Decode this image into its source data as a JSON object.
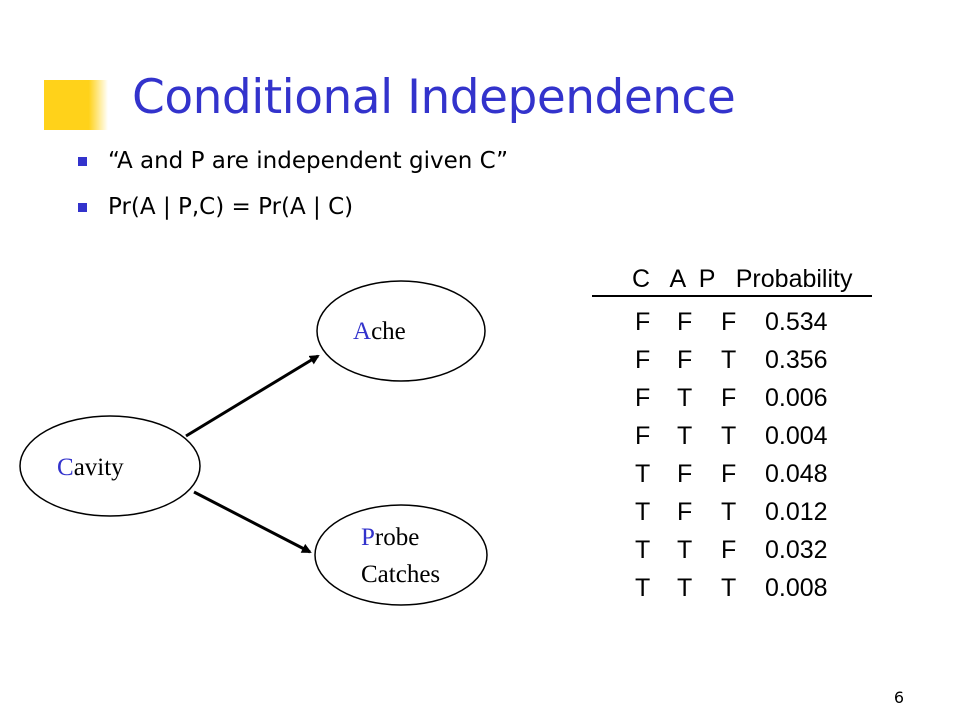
{
  "slide": {
    "title": "Conditional Independence",
    "bullets": [
      "“A and P are independent given C”",
      "Pr(A | P,C) = Pr(A | C)"
    ],
    "page_number": "6",
    "accent_color": "#ffd21a",
    "title_color": "#3333cc"
  },
  "diagram": {
    "nodes": {
      "cavity": {
        "initial": "C",
        "rest": "avity"
      },
      "ache": {
        "initial": "A",
        "rest": "che"
      },
      "probe": {
        "initial": "P",
        "rest": "robe",
        "line2": "Catches"
      }
    },
    "edges": [
      {
        "from": "Cavity",
        "to": "Ache"
      },
      {
        "from": "Cavity",
        "to": "Probe Catches"
      }
    ]
  },
  "table": {
    "header": "C   A  P   Probability",
    "rows": [
      {
        "c": "F",
        "a": "F",
        "p": "F",
        "prob": "0.534"
      },
      {
        "c": "F",
        "a": "F",
        "p": "T",
        "prob": "0.356"
      },
      {
        "c": "F",
        "a": "T",
        "p": "F",
        "prob": "0.006"
      },
      {
        "c": "F",
        "a": "T",
        "p": "T",
        "prob": "0.004"
      },
      {
        "c": "T",
        "a": "F",
        "p": "F",
        "prob": "0.048"
      },
      {
        "c": "T",
        "a": "F",
        "p": "T",
        "prob": "0.012"
      },
      {
        "c": "T",
        "a": "T",
        "p": "F",
        "prob": "0.032"
      },
      {
        "c": "T",
        "a": "T",
        "p": "T",
        "prob": "0.008"
      }
    ]
  }
}
